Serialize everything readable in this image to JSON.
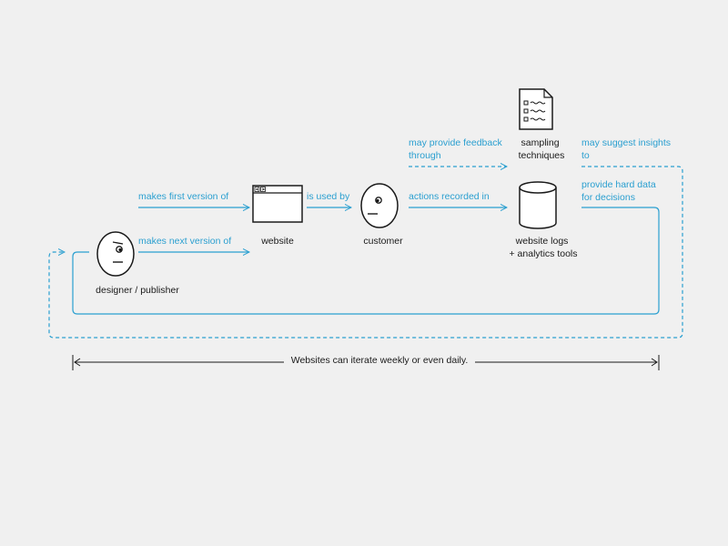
{
  "colors": {
    "accent": "#2a9fd0",
    "ink": "#1a1a1a",
    "background": "#f0f0f0"
  },
  "nodes": {
    "designer": "designer / publisher",
    "website": "website",
    "customer": "customer",
    "sampling": [
      "sampling",
      "techniques"
    ],
    "logs": [
      "website logs",
      "+ analytics tools"
    ]
  },
  "edges": {
    "first_version": "makes first version of",
    "next_version": "makes next version of",
    "used_by": "is used by",
    "actions_recorded": "actions recorded in",
    "feedback": [
      "may provide feedback",
      "through"
    ],
    "insights": [
      "may suggest insights",
      "to"
    ],
    "hard_data": [
      "provide hard data",
      "for decisions"
    ]
  },
  "timeline": {
    "caption": "Websites can iterate weekly or even daily."
  },
  "icons": [
    "face-icon",
    "browser-window-icon",
    "checklist-document-icon",
    "database-cylinder-icon"
  ]
}
